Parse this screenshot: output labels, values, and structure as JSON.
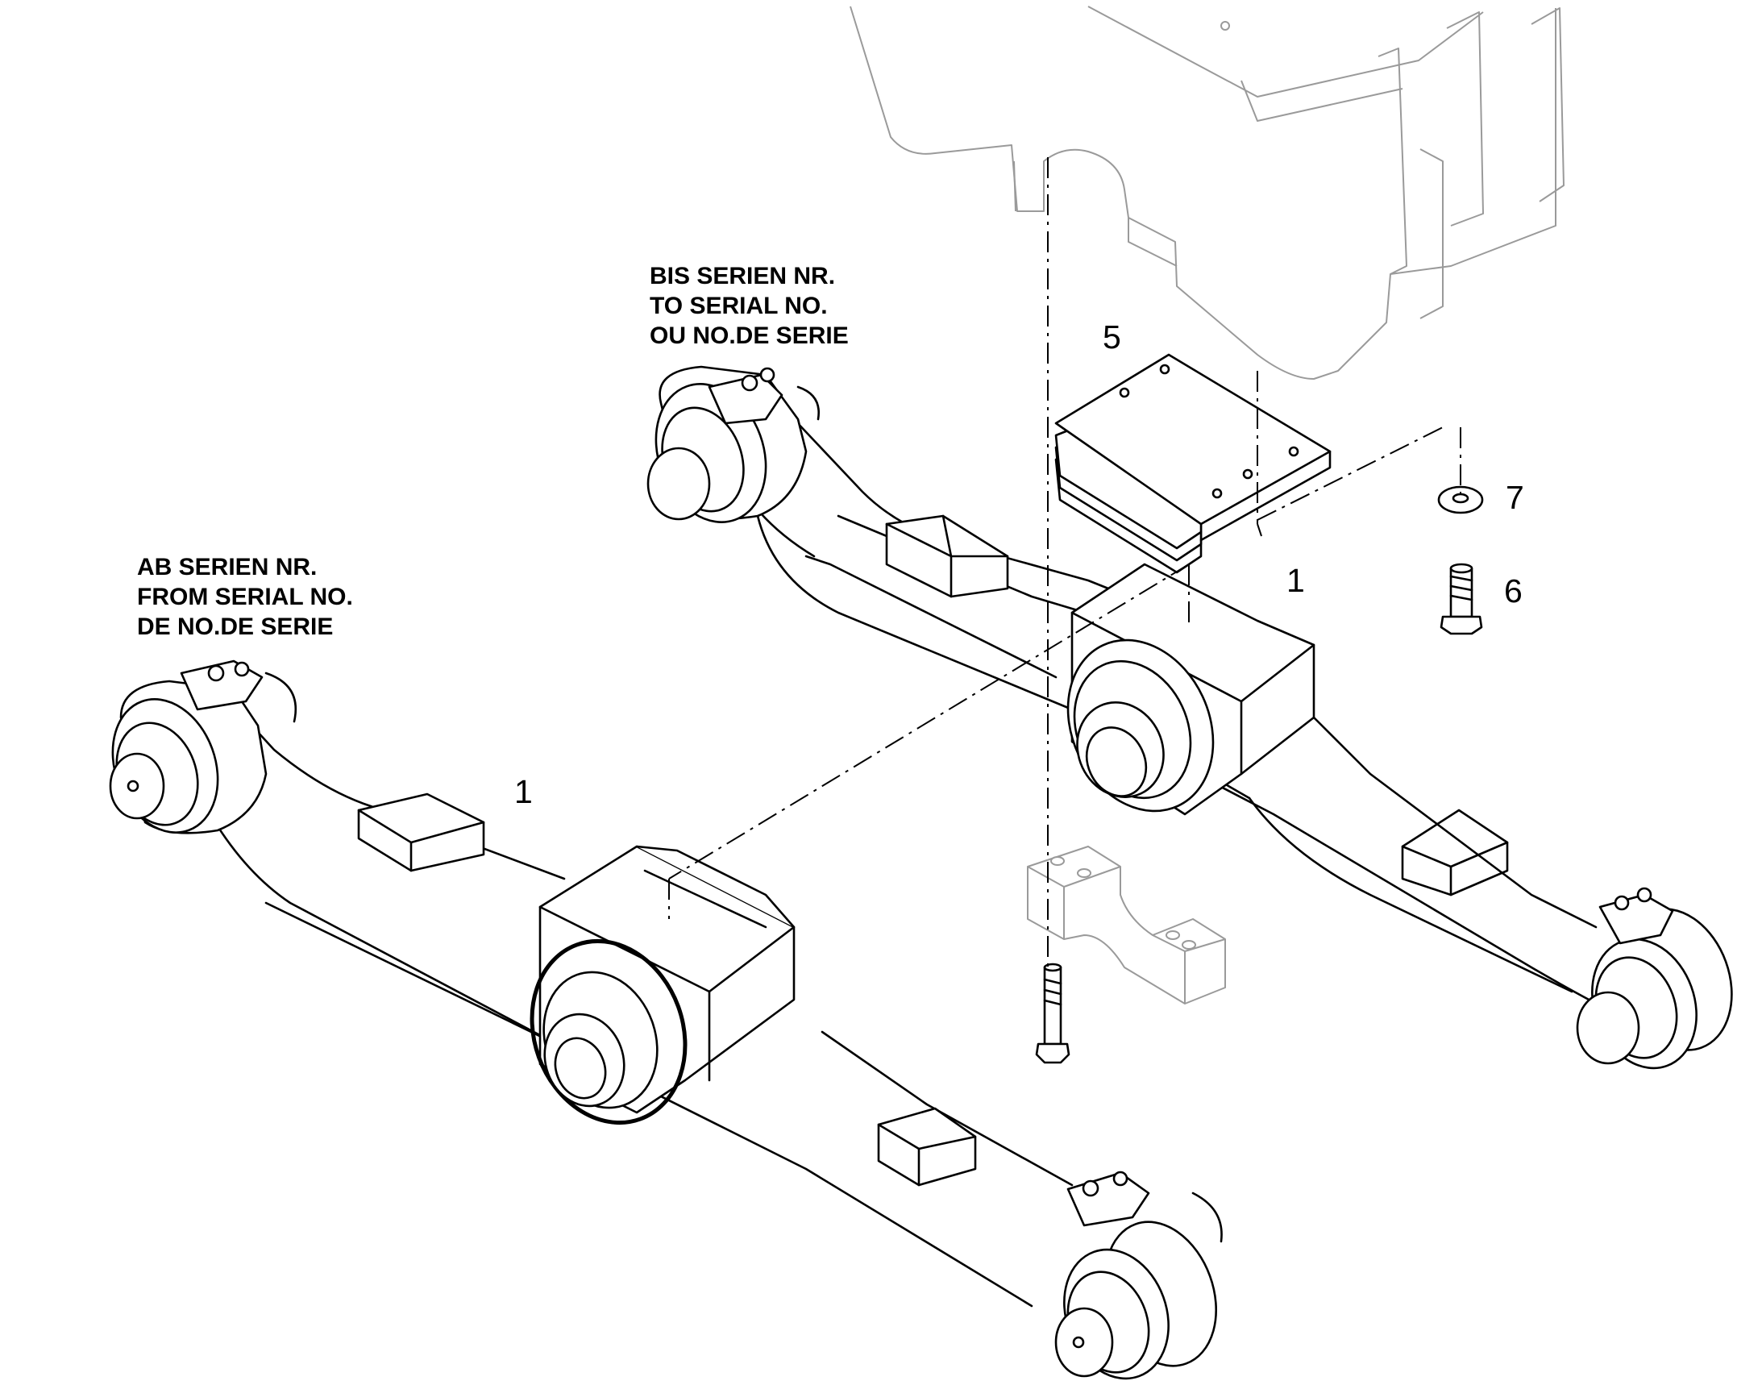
{
  "notes": {
    "to_serial": [
      "BIS SERIEN NR.",
      "TO SERIAL NO.",
      "OU NO.DE SERIE"
    ],
    "from_serial": [
      "AB SERIEN NR.",
      "FROM SERIAL NO.",
      "DE NO.DE SERIE"
    ]
  },
  "callouts": {
    "upper_axle": "1",
    "lower_axle": "1",
    "pad": "5",
    "bolt": "6",
    "washer": "7"
  }
}
